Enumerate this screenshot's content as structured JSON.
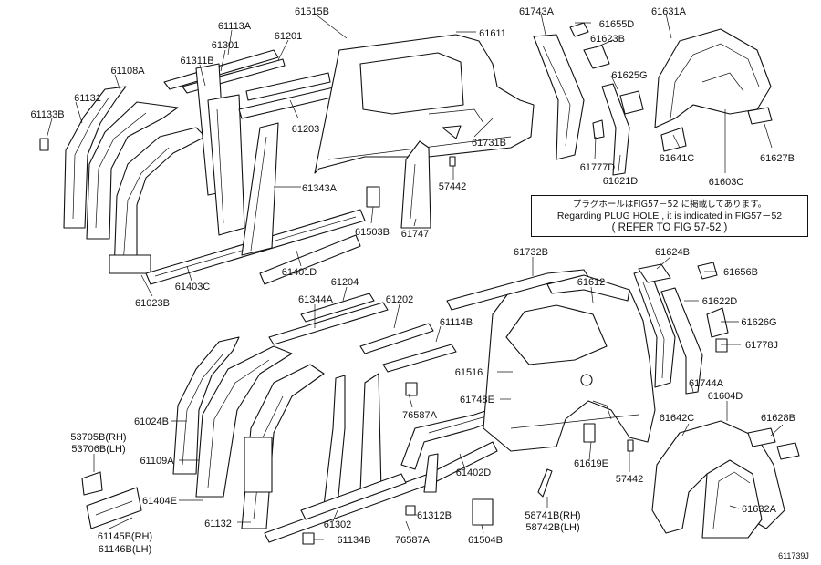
{
  "note": {
    "jp": "プラグホールはFIG57－52 に掲載してあります。",
    "en": "Regarding  PLUG HOLE , it is indicated in FIG57－52",
    "ref": "( REFER TO FIG 57-52    )"
  },
  "figure_code": "611739J",
  "labels": [
    {
      "id": "61113A",
      "text": "61113A"
    },
    {
      "id": "61515B",
      "text": "61515B"
    },
    {
      "id": "61743A",
      "text": "61743A"
    },
    {
      "id": "61655D",
      "text": "61655D"
    },
    {
      "id": "61631A",
      "text": "61631A"
    },
    {
      "id": "61301",
      "text": "61301"
    },
    {
      "id": "61201",
      "text": "61201"
    },
    {
      "id": "61611",
      "text": "61611"
    },
    {
      "id": "61623B",
      "text": "61623B"
    },
    {
      "id": "61311B",
      "text": "61311B"
    },
    {
      "id": "61108A",
      "text": "61108A"
    },
    {
      "id": "61625G",
      "text": "61625G"
    },
    {
      "id": "61131",
      "text": "61131"
    },
    {
      "id": "61133B",
      "text": "61133B"
    },
    {
      "id": "61203",
      "text": "61203"
    },
    {
      "id": "61731B",
      "text": "61731B"
    },
    {
      "id": "61777D",
      "text": "61777D"
    },
    {
      "id": "61641C",
      "text": "61641C"
    },
    {
      "id": "61627B",
      "text": "61627B"
    },
    {
      "id": "57442a",
      "text": "57442"
    },
    {
      "id": "61621D",
      "text": "61621D"
    },
    {
      "id": "61603C",
      "text": "61603C"
    },
    {
      "id": "61343A",
      "text": "61343A"
    },
    {
      "id": "61503B",
      "text": "61503B"
    },
    {
      "id": "61747",
      "text": "61747"
    },
    {
      "id": "61401D",
      "text": "61401D"
    },
    {
      "id": "61403C",
      "text": "61403C"
    },
    {
      "id": "61023B",
      "text": "61023B"
    },
    {
      "id": "61732B",
      "text": "61732B"
    },
    {
      "id": "61624B",
      "text": "61624B"
    },
    {
      "id": "61656B",
      "text": "61656B"
    },
    {
      "id": "61204",
      "text": "61204"
    },
    {
      "id": "61612",
      "text": "61612"
    },
    {
      "id": "61344A",
      "text": "61344A"
    },
    {
      "id": "61202",
      "text": "61202"
    },
    {
      "id": "61622D",
      "text": "61622D"
    },
    {
      "id": "61114B",
      "text": "61114B"
    },
    {
      "id": "61626G",
      "text": "61626G"
    },
    {
      "id": "61778J",
      "text": "61778J"
    },
    {
      "id": "61516",
      "text": "61516"
    },
    {
      "id": "61744A",
      "text": "61744A"
    },
    {
      "id": "61748E",
      "text": "61748E"
    },
    {
      "id": "61604D",
      "text": "61604D"
    },
    {
      "id": "61024B",
      "text": "61024B"
    },
    {
      "id": "76587Aa",
      "text": "76587A"
    },
    {
      "id": "61642C",
      "text": "61642C"
    },
    {
      "id": "61628B",
      "text": "61628B"
    },
    {
      "id": "53705B",
      "text": "53705B(RH)"
    },
    {
      "id": "53706B",
      "text": "53706B(LH)"
    },
    {
      "id": "61619E",
      "text": "61619E"
    },
    {
      "id": "61109A",
      "text": "61109A"
    },
    {
      "id": "61402D",
      "text": "61402D"
    },
    {
      "id": "57442b",
      "text": "57442"
    },
    {
      "id": "61404E",
      "text": "61404E"
    },
    {
      "id": "58741B",
      "text": "58741B(RH)"
    },
    {
      "id": "58742B",
      "text": "58742B(LH)"
    },
    {
      "id": "61312B",
      "text": "61312B"
    },
    {
      "id": "61632A",
      "text": "61632A"
    },
    {
      "id": "61132",
      "text": "61132"
    },
    {
      "id": "61302",
      "text": "61302"
    },
    {
      "id": "61145B",
      "text": "61145B(RH)"
    },
    {
      "id": "61146B",
      "text": "61146B(LH)"
    },
    {
      "id": "61134B",
      "text": "61134B"
    },
    {
      "id": "76587Ab",
      "text": "76587A"
    },
    {
      "id": "61504B",
      "text": "61504B"
    }
  ]
}
